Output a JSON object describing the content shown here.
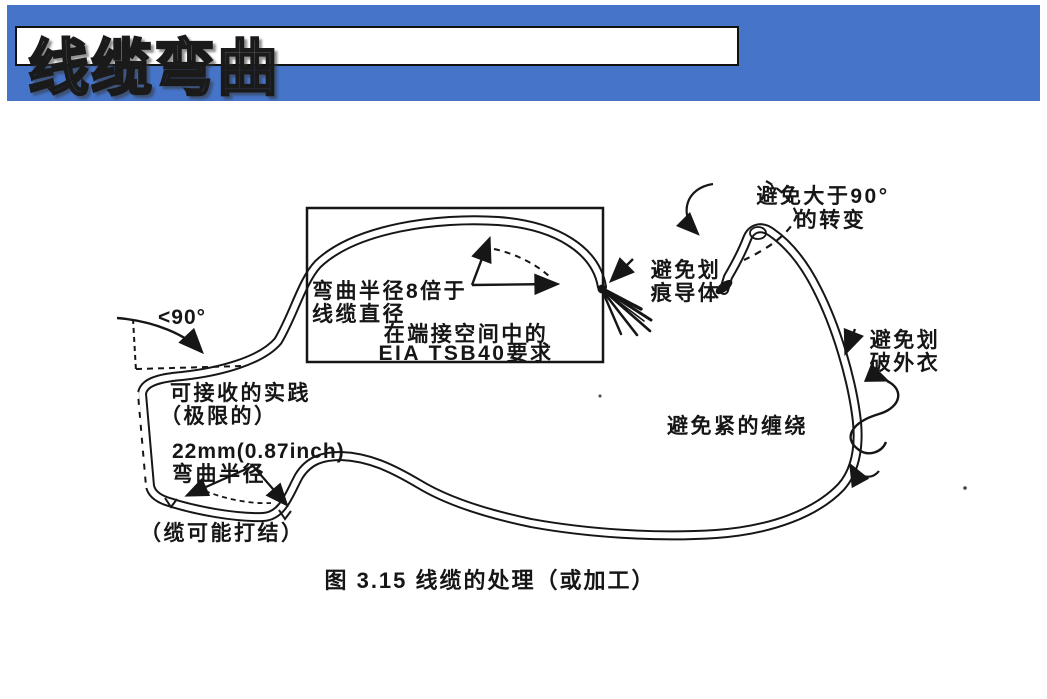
{
  "slide": {
    "title": "线缆弯曲"
  },
  "figure": {
    "caption": "图 3.15   线缆的处理（或加工）",
    "labels": {
      "avoid_gt90_line1": "避免大于90°",
      "avoid_gt90_line2": "的转变",
      "avoid_scratch_line1": "避免划",
      "avoid_scratch_line2": "痕导体",
      "bend_radius_8x_line1": "弯曲半径8倍于",
      "bend_radius_8x_line2": "线缆直径",
      "eia_line1": "在端接空间中的",
      "eia_line2": "EIA TSB40要求",
      "angle_lt_90": "<90°",
      "acceptable_line1": "可接收的实践",
      "acceptable_line2": "（极限的）",
      "bend_22mm_line1": "22mm(0.87inch)",
      "bend_22mm_line2": "弯曲半径",
      "knot_note": "（缆可能打结）",
      "avoid_tear_line1": "避免划",
      "avoid_tear_line2": "破外衣",
      "avoid_tight_wrap": "避免紧的缠绕"
    }
  },
  "colors": {
    "header_blue": "#4574C9",
    "ink": "#161616"
  }
}
